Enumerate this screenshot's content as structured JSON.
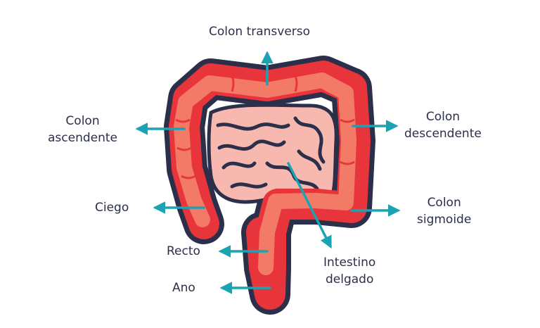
{
  "labels": {
    "colon_transverso": "Colon transverso",
    "colon_ascendente": [
      "Colon",
      "ascendente"
    ],
    "colon_descendente": [
      "Colon",
      "descendente"
    ],
    "ciego": "Ciego",
    "colon_sigmoide": [
      "Colon",
      "sigmoide"
    ],
    "recto": "Recto",
    "intestino_delgado": [
      "Intestino",
      "delgado"
    ],
    "ano": "Ano"
  },
  "colors": {
    "outline": "#2b2f4a",
    "colon_dark": "#e8353b",
    "colon_light": "#f47a68",
    "small_intestine": "#f7b8b0",
    "arrow": "#1aa3b3",
    "text": "#2b2f4a"
  }
}
